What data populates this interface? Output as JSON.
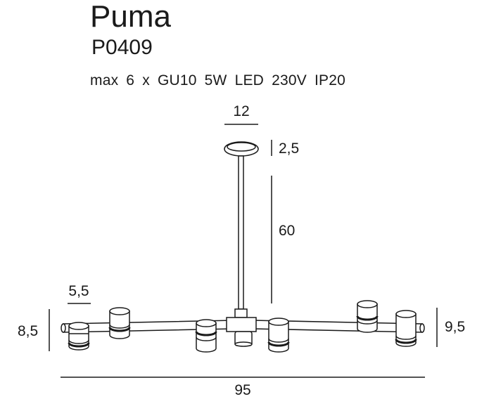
{
  "header": {
    "title": "Puma",
    "code": "P0409",
    "spec": "max 6 x GU10  5W  LED  230V  IP20"
  },
  "dimensions": {
    "canopy_width": "12",
    "canopy_height": "2,5",
    "rod_length": "60",
    "spot_width": "5,5",
    "spot_height": "8,5",
    "total_height": "9,5",
    "total_width": "95"
  }
}
